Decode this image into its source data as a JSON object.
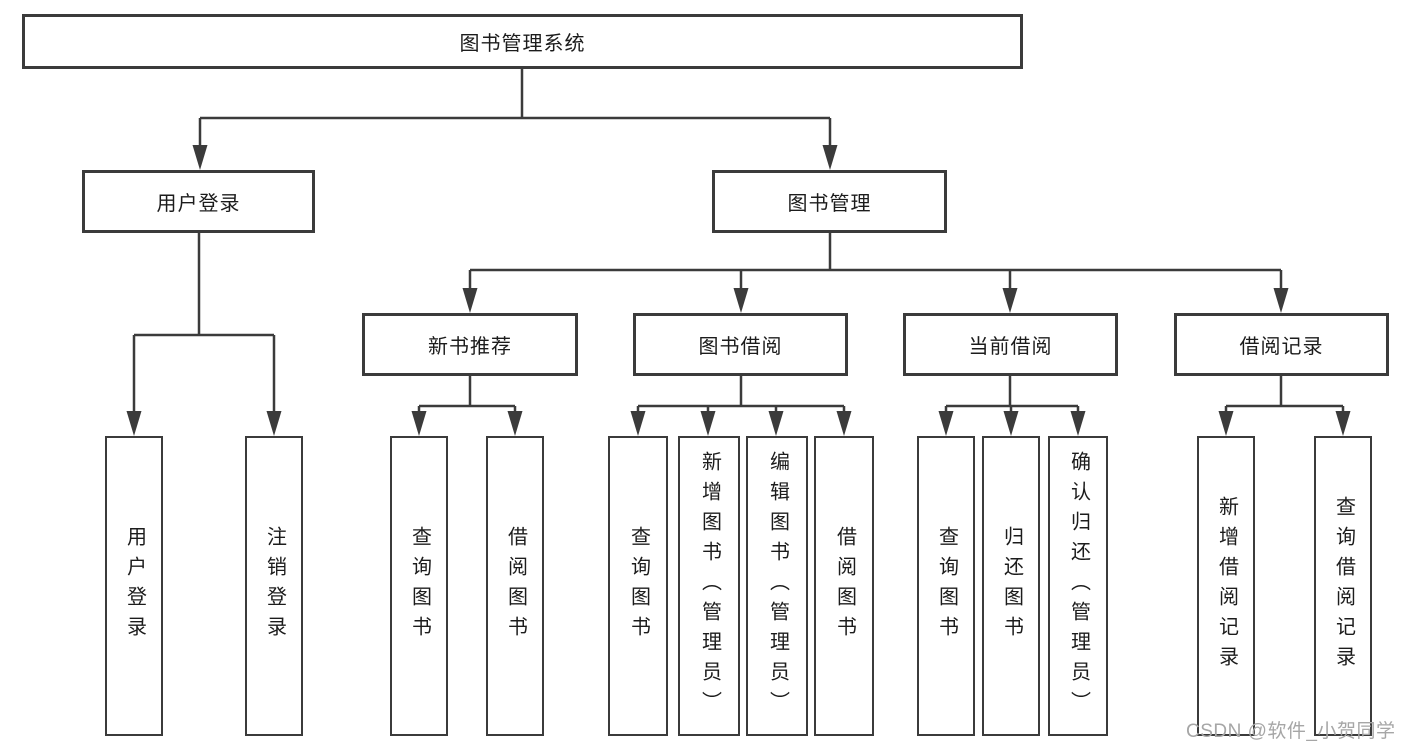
{
  "diagram": {
    "title": "图书管理系统",
    "type": "hierarchy-tree",
    "tree": {
      "label": "图书管理系统",
      "children": [
        {
          "label": "用户登录",
          "children": [
            {
              "label": "用户登录"
            },
            {
              "label": "注销登录"
            }
          ]
        },
        {
          "label": "图书管理",
          "children": [
            {
              "label": "新书推荐",
              "children": [
                {
                  "label": "查询图书"
                },
                {
                  "label": "借阅图书"
                }
              ]
            },
            {
              "label": "图书借阅",
              "children": [
                {
                  "label": "查询图书"
                },
                {
                  "label": "新增图书（管理员）"
                },
                {
                  "label": "编辑图书（管理员）"
                },
                {
                  "label": "借阅图书"
                }
              ]
            },
            {
              "label": "当前借阅",
              "children": [
                {
                  "label": "查询图书"
                },
                {
                  "label": "归还图书"
                },
                {
                  "label": "确认归还（管理员）"
                }
              ]
            },
            {
              "label": "借阅记录",
              "children": [
                {
                  "label": "新增借阅记录"
                },
                {
                  "label": "查询借阅记录"
                }
              ]
            }
          ]
        }
      ]
    },
    "watermark": "CSDN @软件_小贺同学",
    "colors": {
      "line": "#3b3b3b",
      "box_border": "#3b3b3b",
      "text": "#1c1c1c",
      "watermark": "#a6a6a6",
      "background": "#ffffff"
    }
  }
}
